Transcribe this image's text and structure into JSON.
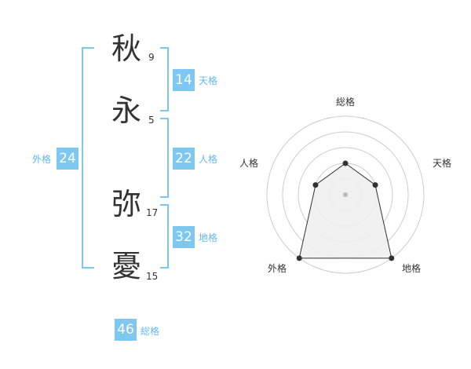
{
  "name_chars": [
    {
      "char": "秋",
      "strokes": "9"
    },
    {
      "char": "永",
      "strokes": "5"
    },
    {
      "char": "弥",
      "strokes": "17"
    },
    {
      "char": "憂",
      "strokes": "15"
    }
  ],
  "kaku": {
    "tenkaku": {
      "value": "14",
      "label": "天格"
    },
    "jinkaku": {
      "value": "22",
      "label": "人格"
    },
    "chikaku": {
      "value": "32",
      "label": "地格"
    },
    "gaikaku": {
      "value": "24",
      "label": "外格"
    },
    "soukaku": {
      "value": "46",
      "label": "総格"
    }
  },
  "radar": {
    "axes": [
      "総格",
      "天格",
      "地格",
      "外格",
      "人格"
    ],
    "levels": 5,
    "values": [
      2,
      2,
      5,
      5,
      2
    ],
    "colors": {
      "ring": "#cccccc",
      "fill": "#eeeeee",
      "line": "#333333",
      "point": "#333333"
    }
  },
  "colors": {
    "accent": "#7dc7f0",
    "label": "#63b8e8",
    "text": "#333333"
  }
}
